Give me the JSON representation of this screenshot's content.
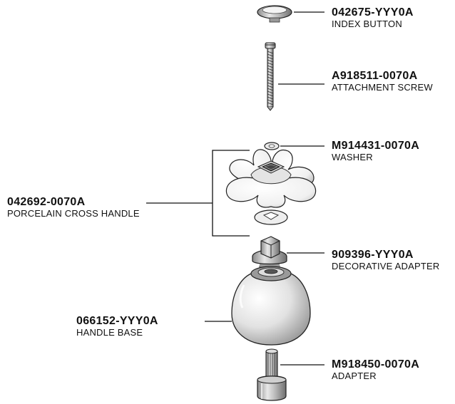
{
  "parts": [
    {
      "id": "index",
      "part_number": "042675-YYY0A",
      "name": "INDEX BUTTON"
    },
    {
      "id": "screw",
      "part_number": "A918511-0070A",
      "name": "ATTACHMENT SCREW"
    },
    {
      "id": "washer",
      "part_number": "M914431-0070A",
      "name": "WASHER"
    },
    {
      "id": "handle",
      "part_number": "042692-0070A",
      "name": "PORCELAIN CROSS HANDLE"
    },
    {
      "id": "adapter",
      "part_number": "909396-YYY0A",
      "name": "DECORATIVE ADAPTER"
    },
    {
      "id": "base",
      "part_number": "066152-YYY0A",
      "name": "HANDLE BASE"
    },
    {
      "id": "stem",
      "part_number": "M918450-0070A",
      "name": "ADAPTER"
    }
  ],
  "colors": {
    "line": "#111111",
    "part_fill": "#ffffff",
    "shade": "#cfcfcf",
    "dark": "#555555"
  }
}
